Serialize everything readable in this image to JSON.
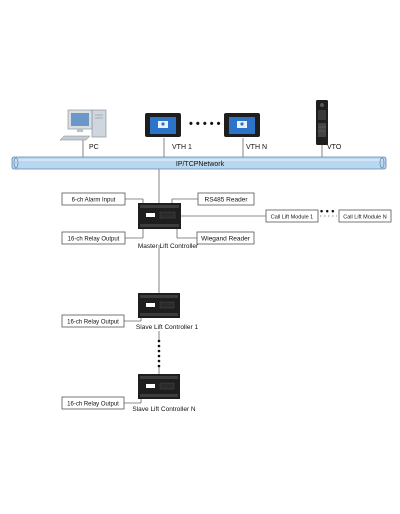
{
  "network": {
    "label": "IP/TCPNetwork"
  },
  "devices": {
    "pc": "PC",
    "vth1": "VTH 1",
    "vthn": "VTH N",
    "vto": "VTO"
  },
  "master": {
    "label": "Master Lift Controller",
    "alarm_input": "6-ch Alarm Input",
    "relay_output": "16-ch Relay Output",
    "rs485_reader": "RS485 Reader",
    "wiegand_reader": "Wiegand Reader",
    "call_module_1": "Call Lift Module 1",
    "call_module_n": "Call Lift Module N"
  },
  "slave1": {
    "label": "Slave Lift Controller 1",
    "relay_output": "16-ch Relay Output"
  },
  "slaven": {
    "label": "Slave Lift Controller N",
    "relay_output": "16-ch Relay Output"
  },
  "colors": {
    "network_bar": "#b9d7ef",
    "network_border": "#5f87ad",
    "device_dark": "#1e1e1e",
    "screen_blue": "#2d74c9"
  }
}
